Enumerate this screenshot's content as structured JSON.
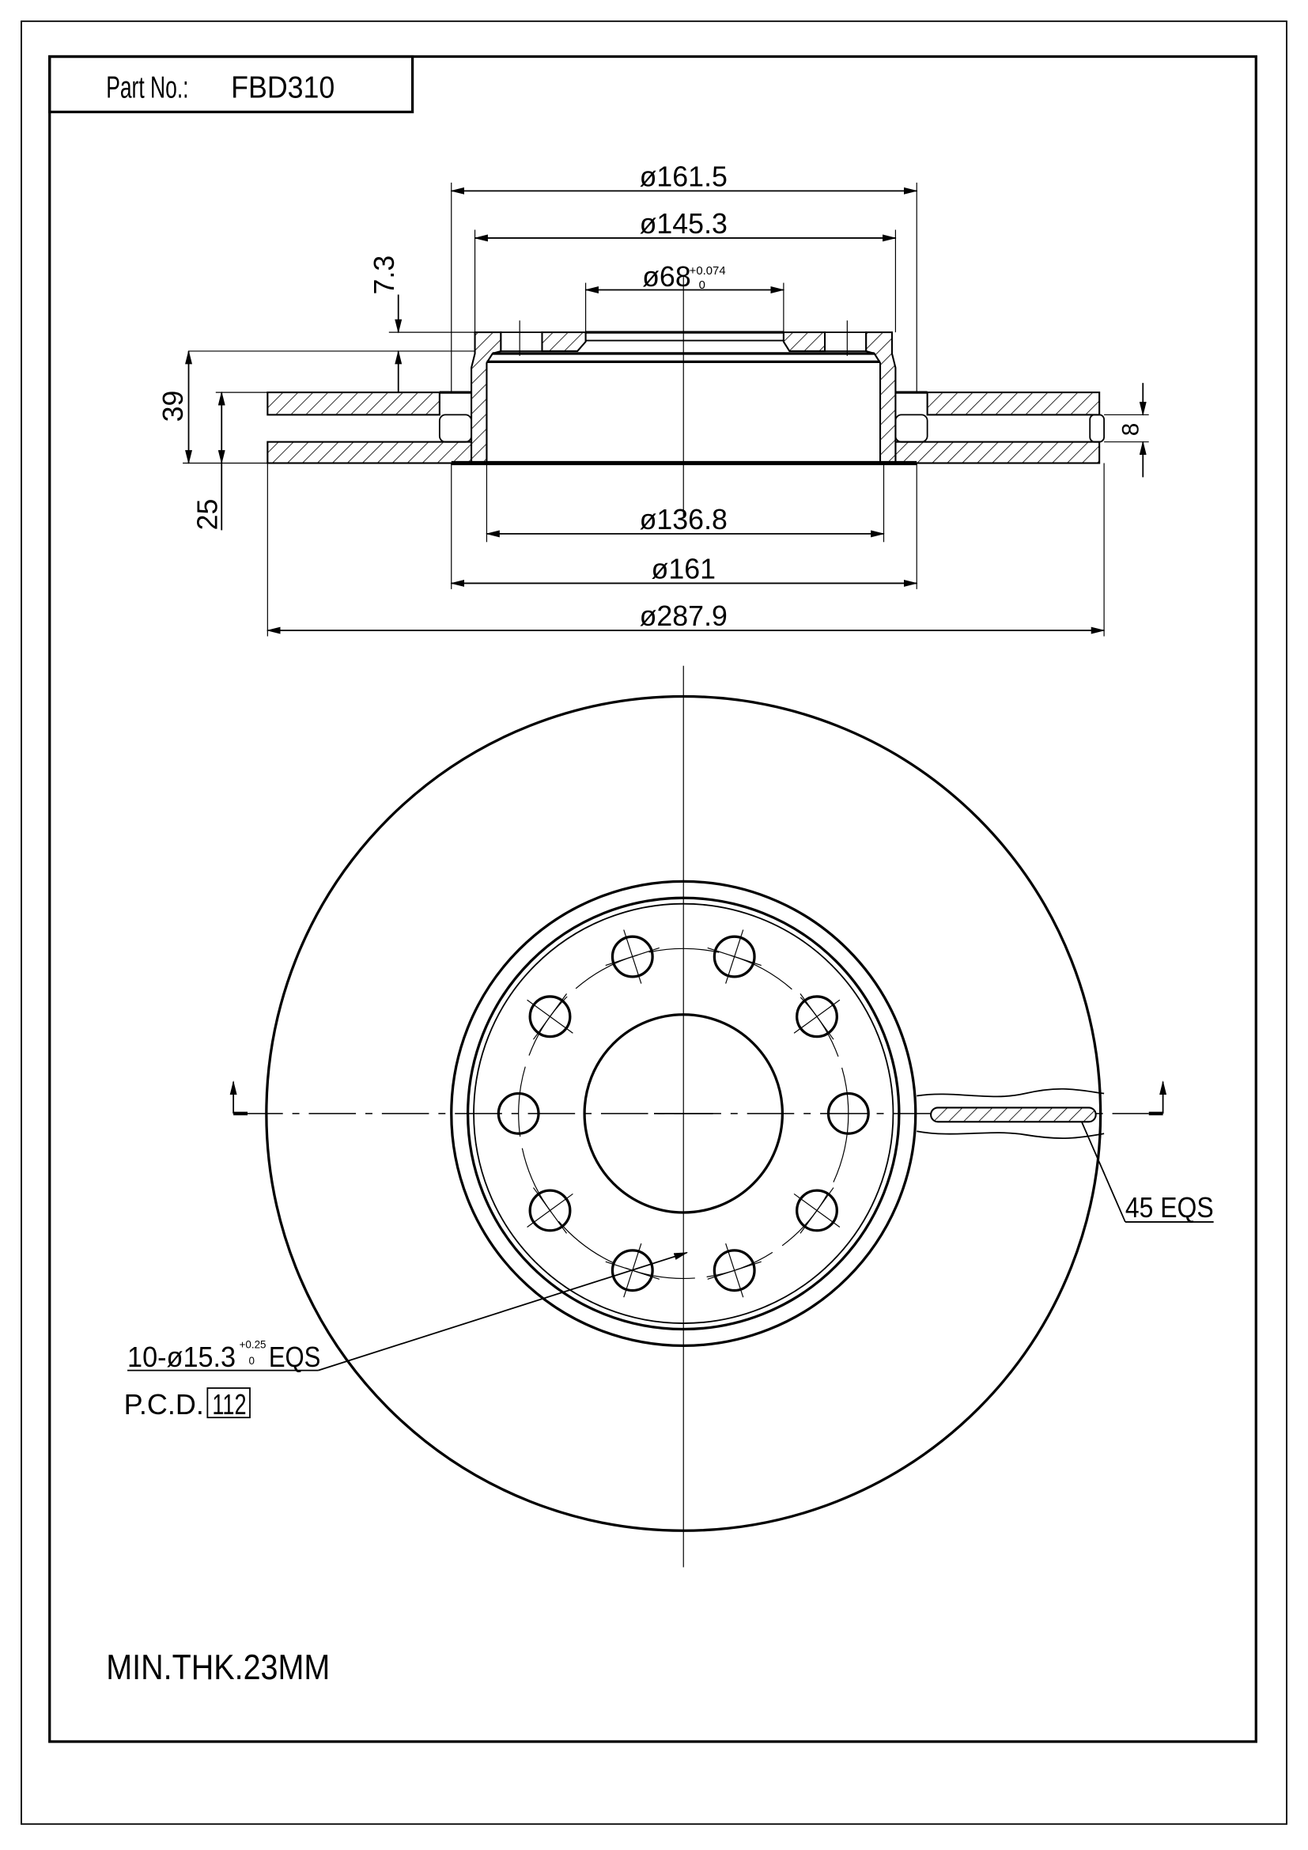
{
  "title_block": {
    "part_no_label": "Part No.:",
    "part_no": "FBD310"
  },
  "section_view": {
    "dims": {
      "d_161_5": "ø161.5",
      "d_145_3": "ø145.3",
      "d_68": "ø68",
      "d_68_tol_upper": "+0.074",
      "d_68_tol_lower": "0",
      "d_136_8": "ø136.8",
      "d_161": "ø161",
      "d_287_9": "ø287.9",
      "h_7_3": "7.3",
      "h_39": "39",
      "h_25": "25",
      "h_8": "8"
    }
  },
  "plan_view": {
    "vanes_note": "45 EQS",
    "holes_note": "10-ø15.3",
    "holes_tol_upper": "+0.25",
    "holes_tol_lower": "0",
    "holes_note_suffix": "EQS",
    "pcd_label": "P.C.D.",
    "pcd_value": "112",
    "hole_count": 10
  },
  "notes": {
    "min_thickness": "MIN.THK.23MM"
  }
}
